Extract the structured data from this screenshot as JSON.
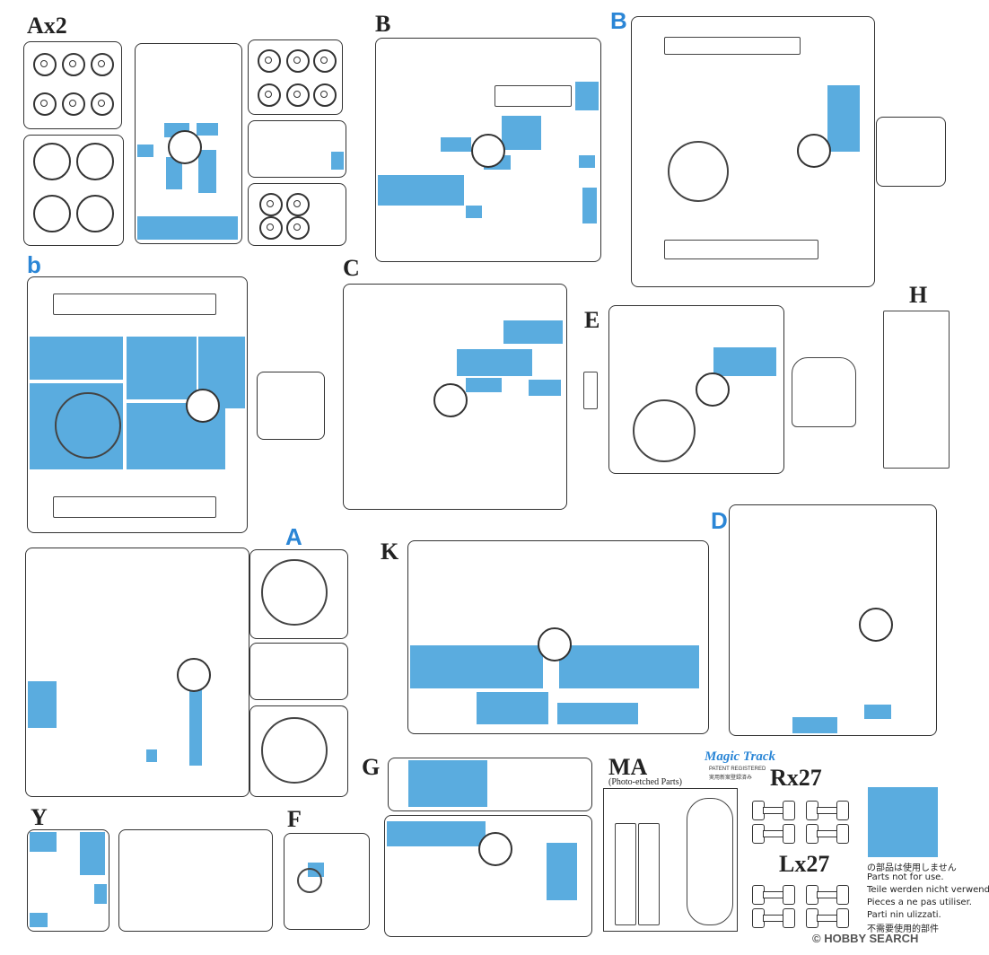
{
  "sprue_labels": {
    "ax2": "Ax2",
    "b_upper": "B",
    "b_blue": "B",
    "b_lower": "b",
    "c": "C",
    "e": "E",
    "h": "H",
    "a": "A",
    "d": "D",
    "k": "K",
    "g": "G",
    "ma": "MA",
    "y": "Y",
    "f": "F",
    "rx27": "Rx27",
    "lx27": "Lx27"
  },
  "ma_subtitle": "(Photo-etched Parts)",
  "magic_track": {
    "logo": "Magic Track",
    "line1": "PATENT REGISTERED",
    "line2": "実用新案登録済み"
  },
  "legend": {
    "lines": [
      "の部品は使用しません",
      "Parts not for use.",
      "Teile werden nicht verwendet.",
      "Pieces a ne pas utiliser.",
      "Parti nin ulizzati.",
      "不需要使用的部件"
    ]
  },
  "watermark": "© HOBBY SEARCH",
  "colors": {
    "not_used_highlight": "#5aacdf",
    "label_blue": "#2b86d6",
    "line": "#333333"
  }
}
